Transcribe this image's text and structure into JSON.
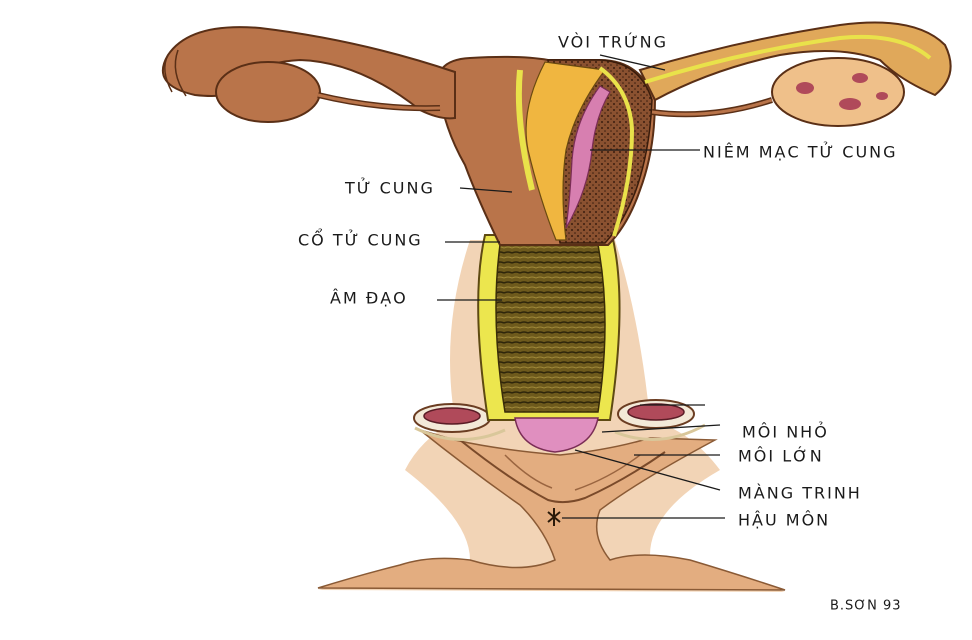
{
  "labels": {
    "fallopian_tube": "VÒI TRỨNG",
    "endometrium": "NIÊM MẠC TỬ CUNG",
    "uterus": "TỬ CUNG",
    "cervix": "CỔ TỬ CUNG",
    "vagina": "ÂM ĐẠO",
    "labia_minora": "MÔI NHỎ",
    "labia_majora": "MÔI LỚN",
    "hymen": "MÀNG TRINH",
    "anus": "HẬU MÔN"
  },
  "signature": "B.SƠN 93",
  "colors": {
    "tissue": "#b9744a",
    "tissue_dark": "#7a4022",
    "yellow_outline": "#e9e24a",
    "endometrium_pink": "#d77fb0",
    "vagina_olive": "#6c5a1c",
    "hymen_pink": "#e08fbf",
    "skin": "#e7b58b",
    "ink": "#1a1a1a"
  }
}
